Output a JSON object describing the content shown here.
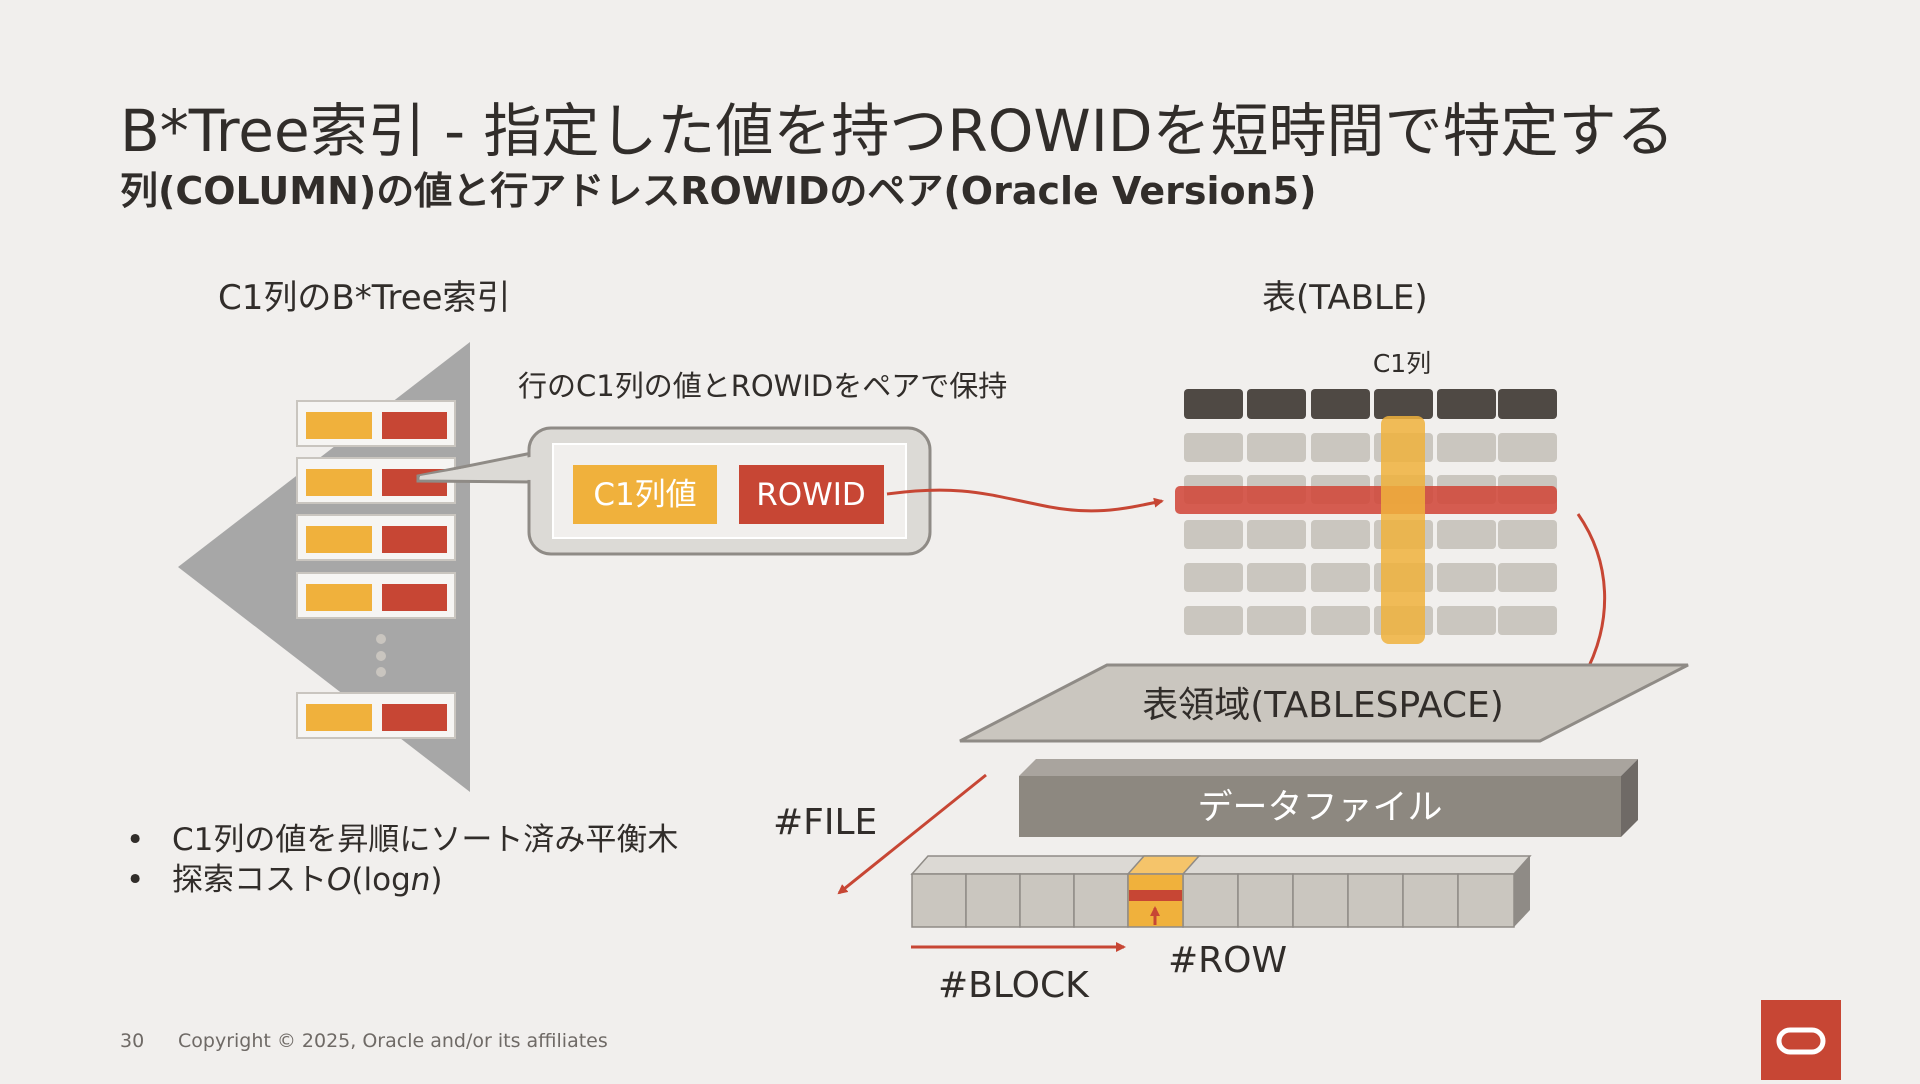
{
  "header": {
    "title": "B*Tree索引 - 指定した値を持つROWIDを短時間で特定する",
    "subtitle": "列(COLUMN)の値と行アドレスROWIDのペア(Oracle Version5)"
  },
  "index_section": {
    "heading": "C1列のB*Tree索引",
    "callout_caption": "行のC1列の値とROWIDをペアで保持",
    "key_label": "C1列値",
    "rowid_label": "ROWID"
  },
  "table_section": {
    "heading": "表(TABLE)",
    "column_label": "C1列"
  },
  "storage": {
    "tablespace_label": "表領域(TABLESPACE)",
    "datafile_label": "データファイル",
    "file_label": "#FILE",
    "block_label": "#BLOCK",
    "row_label": "#ROW"
  },
  "bullets": {
    "item1": "C1列の値を昇順にソート済み平衡木",
    "item2_prefix": "探索コスト",
    "item2_o": "O",
    "item2_paren_open": "(log",
    "item2_n": "n",
    "item2_paren_close": ")"
  },
  "footer": {
    "page_number": "30",
    "copyright": "Copyright © 2025, Oracle and/or its affiliates"
  },
  "colors": {
    "background": "#f1efed",
    "orange": "#f0b13c",
    "red": "#c74634",
    "dark": "#4f4944",
    "cell": "#cac6bf",
    "tree": "#a7a7a7"
  }
}
